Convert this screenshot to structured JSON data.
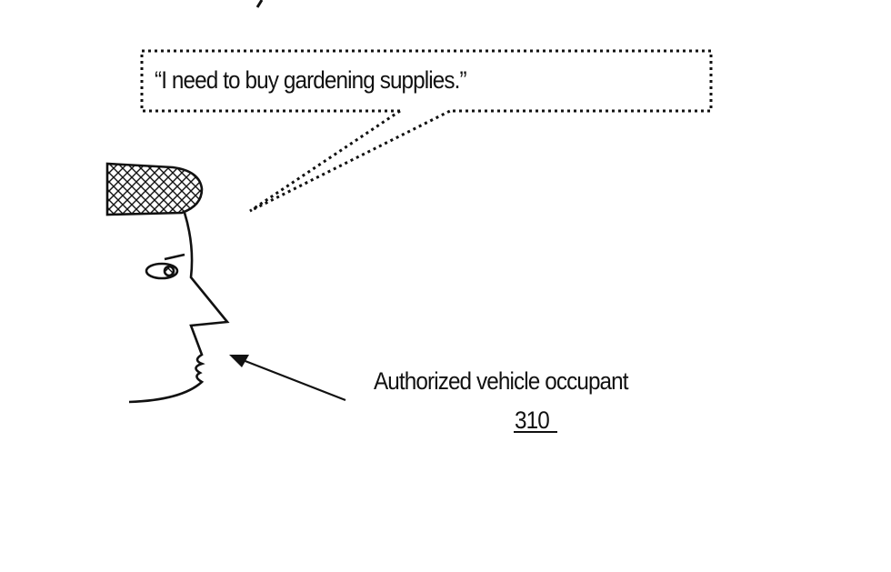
{
  "speech_bubble": {
    "text": "“I need to buy gardening supplies.”"
  },
  "label": {
    "text": "Authorized vehicle occupant",
    "reference_number": "310"
  }
}
